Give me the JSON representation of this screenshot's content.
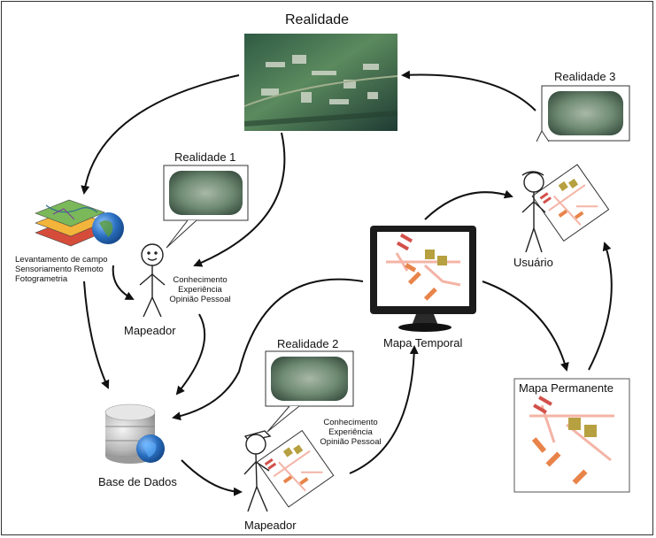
{
  "labels": {
    "realidade": "Realidade",
    "realidade1": "Realidade 1",
    "realidade2": "Realidade 2",
    "realidade3": "Realidade 3",
    "levantamento": "Levantamento de campo",
    "sensoriamento": "Sensoriamento Remoto",
    "fotogrametria": "Fotogrametria",
    "conhecimento1": "Conhecimento",
    "experiencia1": "Experiência",
    "opiniao1": "Opinião Pessoal",
    "mapeador1": "Mapeador",
    "base_de_dados": "Base de Dados",
    "mapa_temporal": "Mapa Temporal",
    "conhecimento2": "Conhecimento",
    "experiencia2": "Experiência",
    "opiniao2": "Opinião Pessoal",
    "mapeador2": "Mapeador",
    "usuario": "Usuário",
    "mapa_permanente": "Mapa Permanente"
  },
  "colors": {
    "map_road": "#f4b4a6",
    "map_block_orange": "#e8844a",
    "map_block_olive": "#b6a040",
    "map_block_red": "#d2504a",
    "aerial_green": "#3e6e52",
    "monitor": "#1b1b1b",
    "globe": "#2a6fc0"
  }
}
